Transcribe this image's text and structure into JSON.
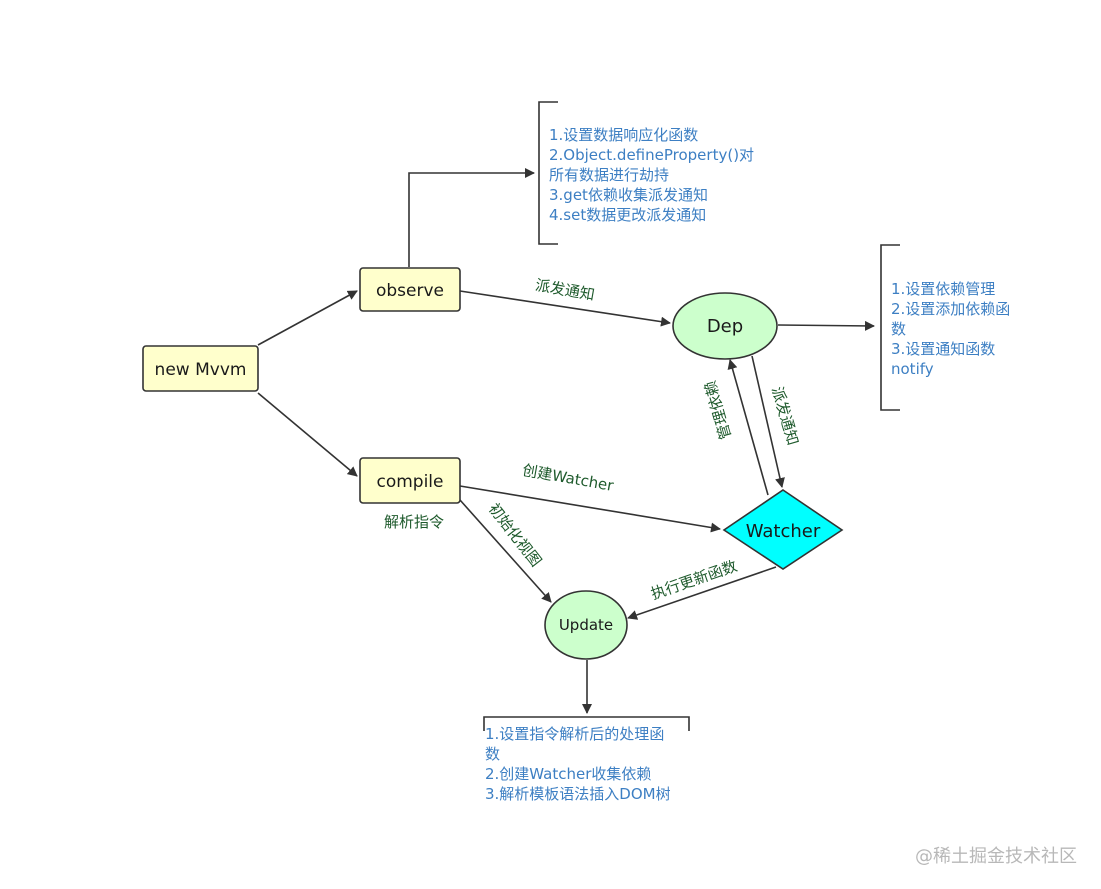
{
  "nodes": {
    "new_mvvm": "new Mvvm",
    "observe": "observe",
    "compile": "compile",
    "dep": "Dep",
    "watcher": "Watcher",
    "update": "Update"
  },
  "edge_labels": {
    "observe_to_dep": "派发通知",
    "dep_to_watcher": "派发通知",
    "watcher_to_dep": "管理依赖",
    "compile_to_watcher": "创建Watcher",
    "compile_to_update": "初始化视图",
    "compile_caption": "解析指令",
    "watcher_to_update": "执行更新函数"
  },
  "notes": {
    "observe": [
      "1.设置数据响应化函数",
      "2.Object.defineProperty()对",
      "所有数据进行劫持",
      "3.get依赖收集派发通知",
      "4.set数据更改派发通知"
    ],
    "dep": [
      "1.设置依赖管理",
      "2.设置添加依赖函",
      "数",
      "3.设置通知函数",
      "notify"
    ],
    "update": [
      "1.设置指令解析后的处理函",
      "数",
      "2.创建Watcher收集依赖",
      "3.解析模板语法插入DOM树"
    ]
  },
  "watermark": "@稀土掘金技术社区",
  "colors": {
    "box_fill": "#ffffcc",
    "ellipse_fill": "#ccffcc",
    "diamond_fill": "#00ffff",
    "note_text": "#3d7fc3",
    "label_text": "#1e5a2c",
    "line": "#333333"
  }
}
